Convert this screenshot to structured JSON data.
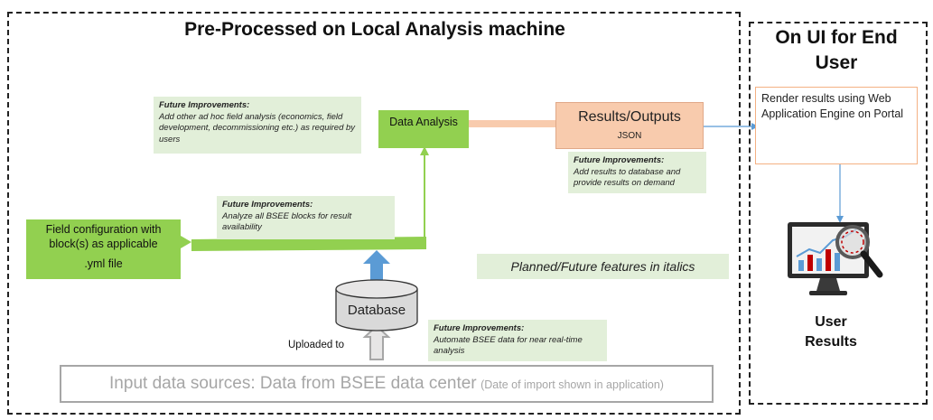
{
  "left_panel": {
    "title": "Pre-Processed on Local Analysis machine"
  },
  "right_panel": {
    "title": "On UI for End User"
  },
  "data_analysis": {
    "label": "Data Analysis"
  },
  "results": {
    "title": "Results/Outputs",
    "sub": "JSON"
  },
  "render": {
    "text": "Render results using Web Application Engine on Portal"
  },
  "field_config": {
    "line1": "Field configuration with block(s) as applicable",
    "line2": ".yml file"
  },
  "database": {
    "label": "Database"
  },
  "uploaded": {
    "label": "Uploaded to"
  },
  "planned": {
    "text": "Planned/Future features in italics"
  },
  "input_sources": {
    "main": "Input data sources: Data from BSEE data center",
    "small": "(Date of import shown in application)"
  },
  "user_results": {
    "line1": "User",
    "line2": "Results"
  },
  "notes": {
    "n1": {
      "head": "Future Improvements:",
      "body": "Add other ad hoc field analysis (economics, field development, decommissioning etc.) as required by users"
    },
    "n2": {
      "head": "Future Improvements:",
      "body": "Add results to database and provide results on demand"
    },
    "n3": {
      "head": "Future Improvements:",
      "body": "Analyze all BSEE blocks for result availability"
    },
    "n4": {
      "head": "Future Improvements:",
      "body": "Automate BSEE data for near real-time analysis"
    }
  },
  "colors": {
    "green": "#92d050",
    "light_green": "#e2efd9",
    "salmon": "#f8cbad",
    "blue_arrow": "#5b9bd5",
    "border_dark": "#222222"
  },
  "icons": {
    "user_results": "monitor-chart-magnifier-icon",
    "database": "database-cylinder-icon"
  }
}
